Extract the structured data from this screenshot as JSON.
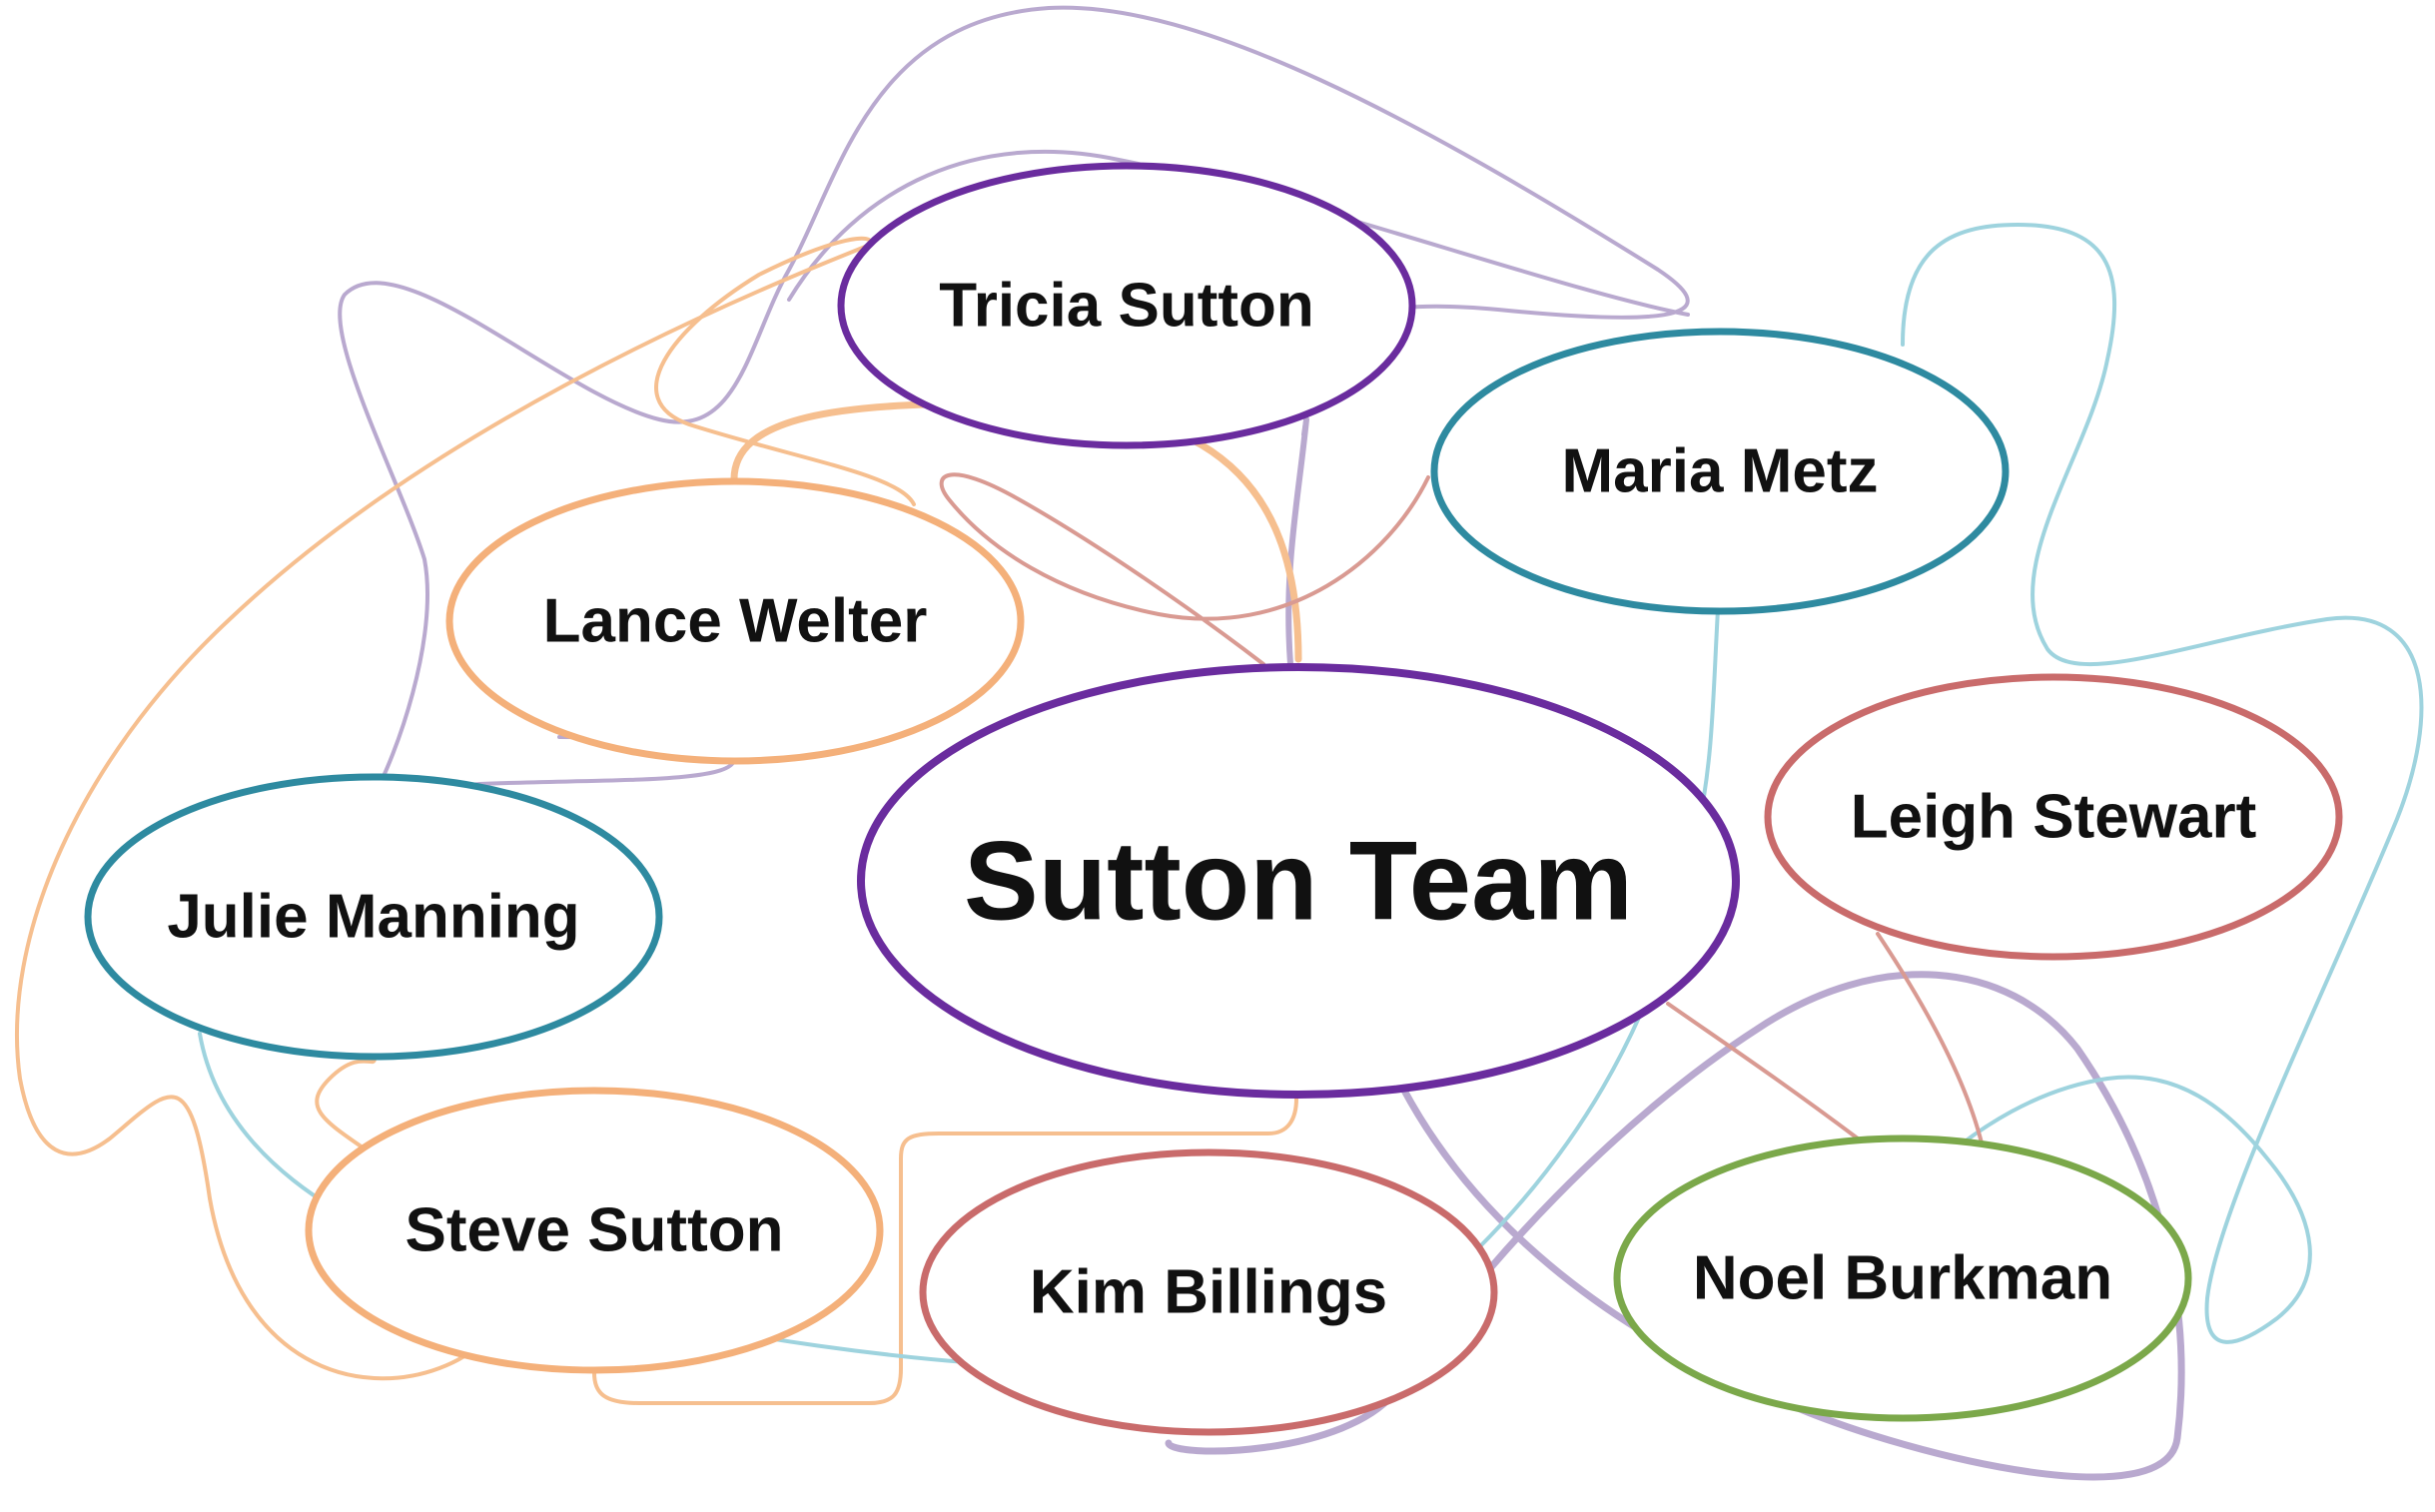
{
  "nodes": [
    {
      "id": "sutton-team",
      "label": "Sutton Team",
      "color": "#6a2c9e",
      "central": true
    },
    {
      "id": "tricia-sutton",
      "label": "Tricia Sutton",
      "color": "#6a2c9e"
    },
    {
      "id": "maria-metz",
      "label": "Maria Metz",
      "color": "#2e8aa0"
    },
    {
      "id": "lance-welter",
      "label": "Lance Welter",
      "color": "#f4b07a"
    },
    {
      "id": "julie-manning",
      "label": "Julie Manning",
      "color": "#2e8aa0"
    },
    {
      "id": "leigh-stewart",
      "label": "Leigh Stewart",
      "color": "#c96b6b"
    },
    {
      "id": "steve-sutton",
      "label": "Steve Sutton",
      "color": "#f4b07a"
    },
    {
      "id": "kim-billings",
      "label": "Kim Billings",
      "color": "#c96b6b"
    },
    {
      "id": "noel-burkman",
      "label": "Noel Burkman",
      "color": "#7ba84a"
    }
  ],
  "connector_colors": {
    "purple": "#b9a9cf",
    "orange": "#f6bf8f",
    "teal": "#9ed3de",
    "red": "#d99a92"
  }
}
